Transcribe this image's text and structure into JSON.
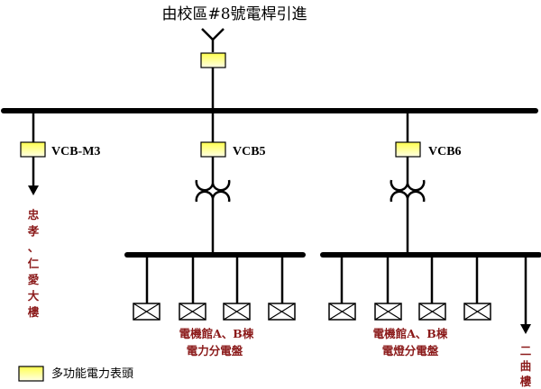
{
  "title": "由校區#8號電桿引進",
  "feeders": [
    {
      "id": "m3",
      "label": "VCB-M3",
      "destination": "忠孝、仁愛大樓",
      "has_transformer": false
    },
    {
      "id": "vcb5",
      "label": "VCB5",
      "has_transformer": true,
      "panel_count": 4,
      "panel_label_line1": "電機館A、B棟",
      "panel_label_line2": "電力分電盤"
    },
    {
      "id": "vcb6",
      "label": "VCB6",
      "has_transformer": true,
      "panel_count": 4,
      "panel_label_line1": "電機館A、B棟",
      "panel_label_line2": "電燈分電盤",
      "extra_feeder_destination": "二曲樓"
    }
  ],
  "legend": {
    "meter_label": "多功能電力表頭"
  },
  "colors": {
    "meter_top": "#ffff66",
    "meter_bottom": "#ffffe0",
    "label_red": "#8b1a1a"
  }
}
